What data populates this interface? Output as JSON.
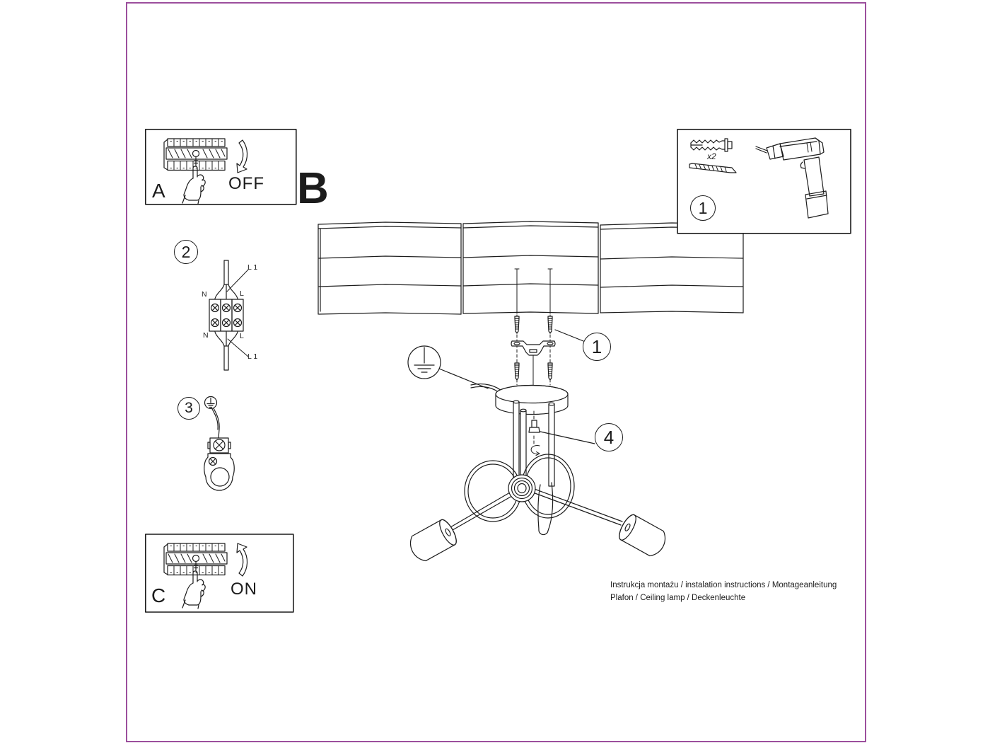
{
  "panel_a": {
    "letter": "A",
    "switch_label": "OFF"
  },
  "section_b": {
    "letter": "B"
  },
  "panel_c": {
    "letter": "C",
    "switch_label": "ON"
  },
  "tools_panel": {
    "step_number": "1",
    "plug_quantity": "x2"
  },
  "wiring": {
    "step_number": "2",
    "label_l1_top": "L 1",
    "label_n_top": "N",
    "label_l_top": "L",
    "label_n_bottom": "N",
    "label_l_bottom": "L",
    "label_l1_bottom": "L 1"
  },
  "grounding": {
    "step_number": "3"
  },
  "main_assembly": {
    "step_screws": "1",
    "step_adjust": "4"
  },
  "footer": {
    "line1": "Instrukcja montażu / instalation instructions / Montageanleitung",
    "line2": "Plafon / Ceiling lamp / Deckenleuchte"
  },
  "colors": {
    "frame_border": "#9c4f9d",
    "ink": "#1c1c1c",
    "paper": "#ffffff"
  }
}
